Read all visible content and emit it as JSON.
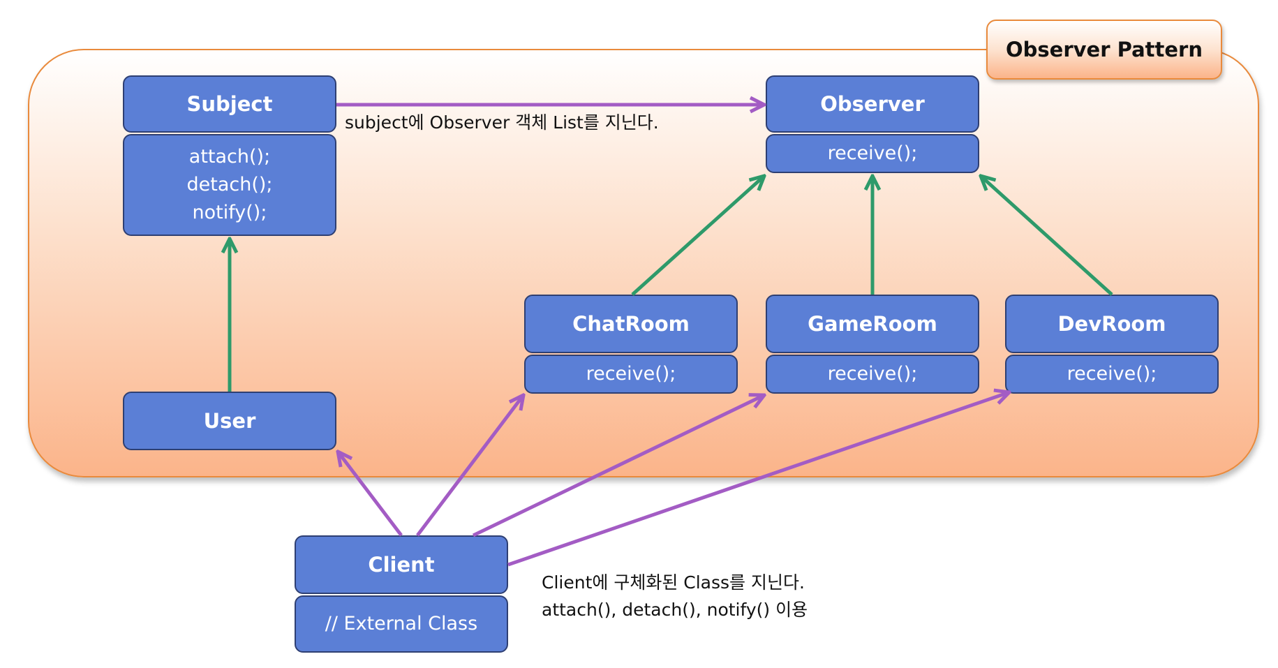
{
  "pattern_label": "Observer Pattern",
  "subject": {
    "name": "Subject",
    "methods": [
      "attach();",
      "detach();",
      "notify();"
    ]
  },
  "observer": {
    "name": "Observer",
    "method": "receive();"
  },
  "chatroom": {
    "name": "ChatRoom",
    "method": "receive();"
  },
  "gameroom": {
    "name": "GameRoom",
    "method": "receive();"
  },
  "devroom": {
    "name": "DevRoom",
    "method": "receive();"
  },
  "user": {
    "name": "User"
  },
  "client": {
    "name": "Client",
    "note": "// External Class"
  },
  "notes": {
    "subject_observer": "subject에 Observer 객체 List를 지닌다.",
    "client_line1": "Client에 구체화된 Class를 지닌다.",
    "client_line2": "attach(), detach(), notify() 이용"
  },
  "colors": {
    "box_fill": "#5b7fd6",
    "box_border": "#2e3f72",
    "container_border": "#e98a3c",
    "inheritance_arrow": "#2e9a6a",
    "association_arrow": "#a35cc4"
  }
}
